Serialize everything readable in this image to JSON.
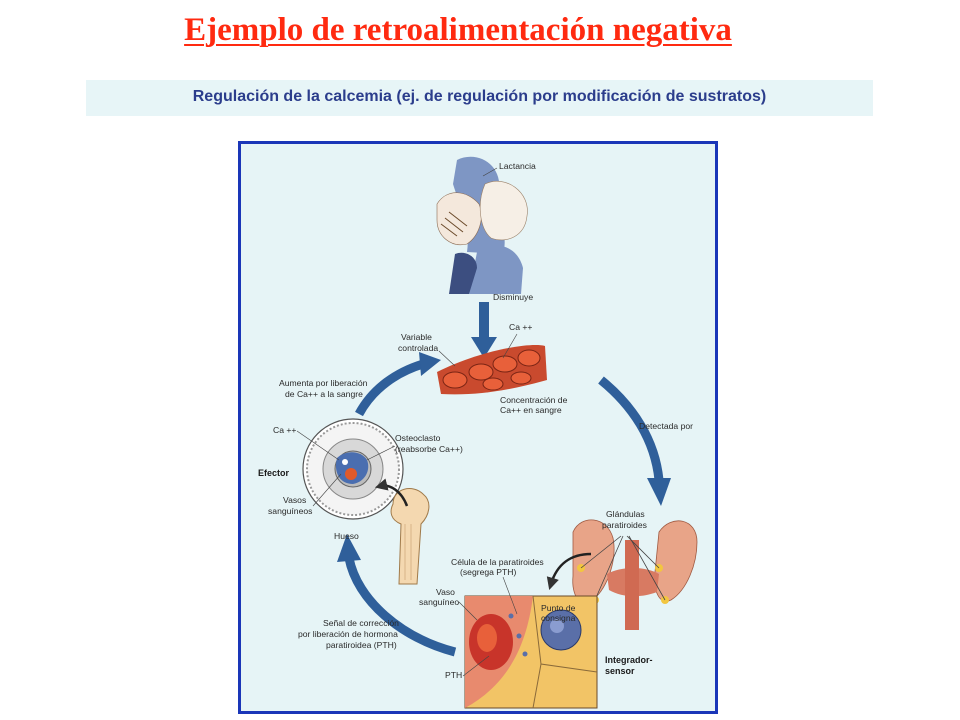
{
  "title": "Ejemplo de retroalimentación negativa",
  "subtitle": "Regulación de la calcemia (ej. de regulación por modificación de sustratos)",
  "figure": {
    "labels": {
      "lactancia": "Lactancia",
      "disminuye": "Disminuye",
      "variable_1": "Variable",
      "variable_2": "controlada",
      "ca_top": "Ca ++",
      "concentracion_1": "Concentración de",
      "concentracion_2": "Ca++ en sangre",
      "detectada": "Detectada por",
      "aumenta_1": "Aumenta por liberación",
      "aumenta_2": "de Ca++ a la sangre",
      "ca_left": "Ca ++",
      "osteoclasto_1": "Osteoclasto",
      "osteoclasto_2": "(reabsorbe Ca++)",
      "efector": "Efector",
      "vasos_1": "Vasos",
      "vasos_2": "sanguíneos",
      "hueso": "Hueso",
      "glandulas_1": "Glándulas",
      "glandulas_2": "paratiroides",
      "celula_1": "Célula de la paratiroides",
      "celula_2": "(segrega PTH)",
      "vaso_1": "Vaso",
      "vaso_2": "sanguíneo",
      "punto_1": "Punto de",
      "punto_2": "consigna",
      "senal_1": "Señal de corrección",
      "senal_2": "por liberación de hormona",
      "senal_3": "paratiroidea (PTH)",
      "integrador_1": "Integrador-",
      "integrador_2": "sensor",
      "pth": "PTH"
    }
  }
}
